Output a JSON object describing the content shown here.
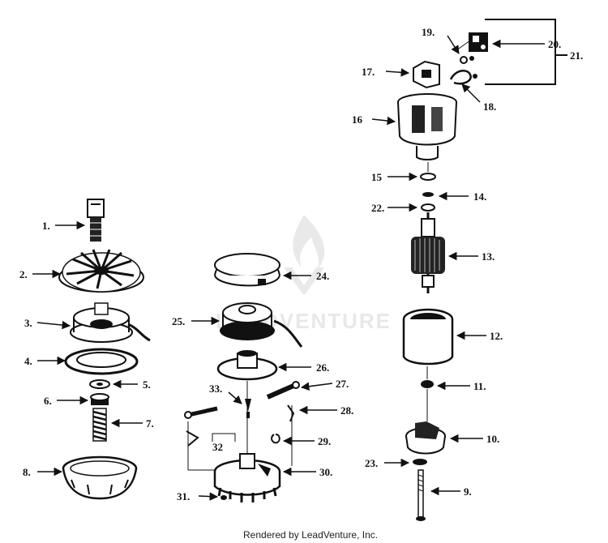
{
  "parts": {
    "p1": "1.",
    "p2": "2.",
    "p3": "3.",
    "p4": "4.",
    "p5": "5.",
    "p6": "6.",
    "p7": "7.",
    "p8": "8.",
    "p9": "9.",
    "p10": "10.",
    "p11": "11.",
    "p12": "12.",
    "p13": "13.",
    "p14": "14.",
    "p15": "15",
    "p16": "16",
    "p17": "17.",
    "p18": "18.",
    "p19": "19.",
    "p20": "20.",
    "p21": "21.",
    "p22": "22.",
    "p23": "23.",
    "p24": "24.",
    "p25": "25.",
    "p26": "26.",
    "p27": "27.",
    "p28": "28.",
    "p29": "29.",
    "p30": "30.",
    "p31": "31.",
    "p32": "32",
    "p33": "33."
  },
  "watermark": "LEADVENTURE",
  "footer": "Rendered by LeadVenture, Inc."
}
